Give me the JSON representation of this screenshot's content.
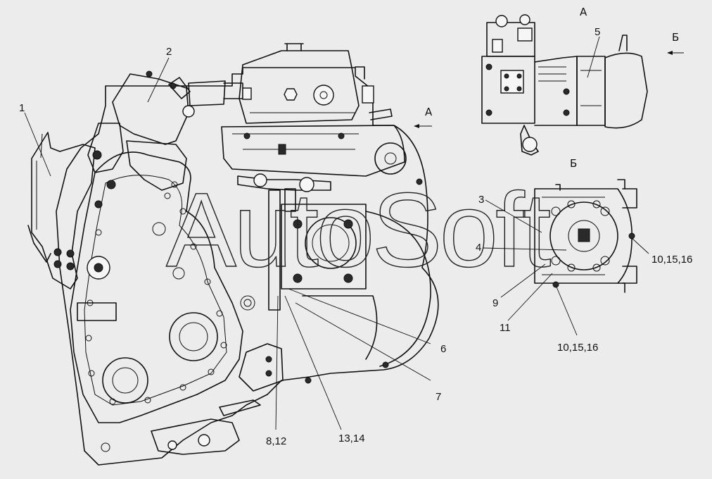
{
  "watermark": "AutoSoft",
  "callouts": {
    "c1": "1",
    "c2": "2",
    "c3": "3",
    "c4": "4",
    "c5": "5",
    "c6": "6",
    "c7": "7",
    "c8_12": "8,12",
    "c9": "9",
    "c10_15_16_a": "10,15,16",
    "c10_15_16_b": "10,15,16",
    "c11": "11",
    "c13_14": "13,14"
  },
  "view_labels": {
    "view_a_title": "А",
    "view_a_arrow": "А",
    "view_b_title": "Б",
    "view_b_arrow": "Б"
  },
  "colors": {
    "background": "#ececec",
    "line": "#111111"
  }
}
